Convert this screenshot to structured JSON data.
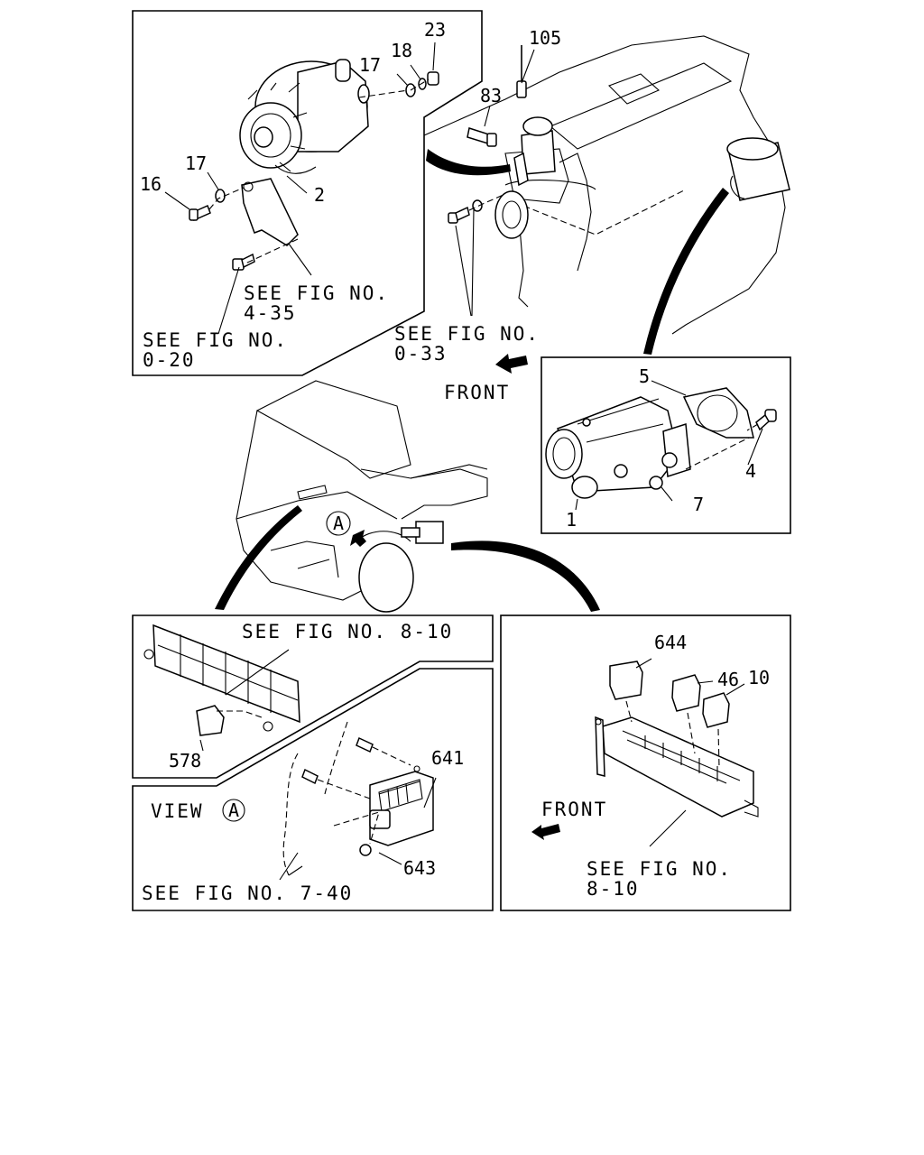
{
  "refs": {
    "fig_4_35_a": "SEE FIG NO.",
    "fig_4_35_b": "4-35",
    "fig_0_20_a": "SEE FIG NO.",
    "fig_0_20_b": "0-20",
    "fig_0_33_a": "SEE FIG NO.",
    "fig_0_33_b": "0-33",
    "fig_8_10_top": "SEE FIG NO. 8-10",
    "fig_7_40": "SEE FIG NO. 7-40",
    "fig_8_10_right_a": "SEE FIG NO.",
    "fig_8_10_right_b": "8-10"
  },
  "labels": {
    "front_upper": "FRONT",
    "front_lower": "FRONT",
    "view_word": "VIEW",
    "view_letter": "A",
    "callout_letter": "A"
  },
  "part_numbers": {
    "p23": "23",
    "p18": "18",
    "p17_top": "17",
    "p17_left": "17",
    "p16": "16",
    "p2": "2",
    "p105": "105",
    "p83": "83",
    "p5": "5",
    "p4": "4",
    "p7": "7",
    "p1": "1",
    "p578": "578",
    "p641": "641",
    "p643": "643",
    "p644": "644",
    "p46": "46",
    "p10": "10"
  }
}
